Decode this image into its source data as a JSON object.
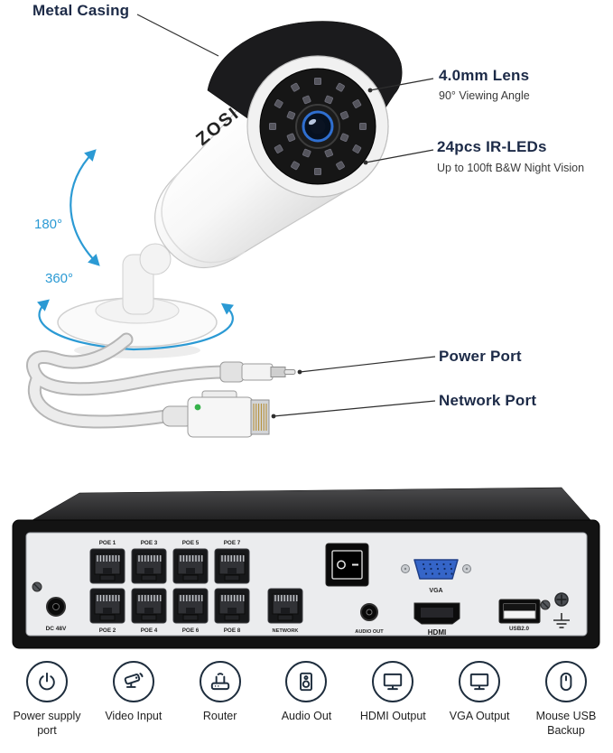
{
  "annotations": {
    "metal_casing": "Metal Casing",
    "lens": {
      "title": "4.0mm Lens",
      "subtitle": "90° Viewing Angle"
    },
    "ir": {
      "title": "24pcs IR-LEDs",
      "subtitle": "Up to 100ft B&W Night Vision"
    },
    "power_port": "Power Port",
    "network_port": "Network Port",
    "rotation_tilt": "180°",
    "rotation_pan": "360°"
  },
  "camera": {
    "brand": "ZOSI"
  },
  "nvr": {
    "poe_labels_top": [
      "POE 1",
      "POE 3",
      "POE 5",
      "POE 7"
    ],
    "poe_labels_bottom": [
      "POE 2",
      "POE 4",
      "POE 6",
      "POE 8"
    ],
    "dc_label": "DC 48V",
    "network_label": "NETWORK",
    "audio_label": "AUDIO OUT",
    "hdmi_label": "HDMI",
    "vga_label": "VGA",
    "usb_label": "USB2.0"
  },
  "legend": {
    "items": [
      {
        "icon": "power-icon",
        "label": "Power supply port"
      },
      {
        "icon": "cctv-camera-icon",
        "label": "Video Input"
      },
      {
        "icon": "router-icon",
        "label": "Router"
      },
      {
        "icon": "speaker-icon",
        "label": "Audio Out"
      },
      {
        "icon": "monitor-icon",
        "label": "HDMI Output"
      },
      {
        "icon": "monitor-icon",
        "label": "VGA Output"
      },
      {
        "icon": "mouse-icon",
        "label": "Mouse USB Backup"
      }
    ]
  },
  "colors": {
    "accent_blue": "#2b9ad4",
    "heading_navy": "#1c2a47"
  }
}
